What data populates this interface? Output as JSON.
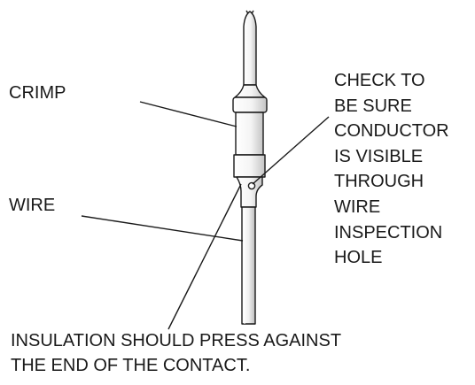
{
  "labels": {
    "crimp": "CRIMP",
    "wire": "WIRE",
    "check_lines": [
      "CHECK TO",
      "BE SURE",
      "CONDUCTOR",
      "IS VISIBLE",
      "THROUGH",
      "WIRE",
      "INSPECTION",
      "HOLE"
    ],
    "bottom_lines": [
      "INSULATION SHOULD PRESS AGAINST",
      "THE END OF THE CONTACT."
    ]
  },
  "colors": {
    "line": "#1a1a1a",
    "fill_light": "#f2f2f2",
    "fill_shade": "#c8c8c8"
  }
}
